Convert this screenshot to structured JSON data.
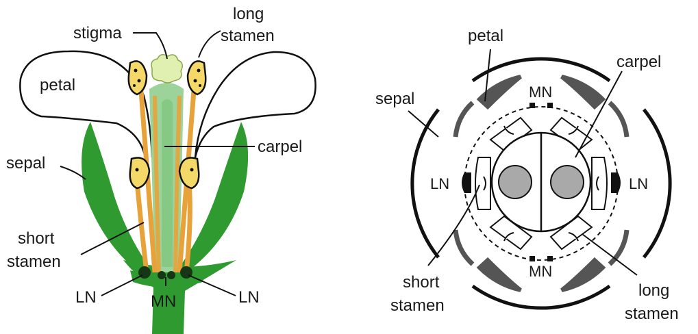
{
  "colors": {
    "stem_green": "#2f9a2f",
    "carpel_green": "#9cd39a",
    "stamen_orange": "#e8a23a",
    "anther_yellow": "#f4d868",
    "stigma_green": "#dff0b0",
    "nectary_dark": "#163716",
    "floral_gray": "#a9a9a9",
    "outline": "#111111"
  },
  "side_view": {
    "labels": {
      "stigma": "stigma",
      "long_stamen_1": "long",
      "long_stamen_2": "stamen",
      "petal": "petal",
      "carpel": "carpel",
      "sepal": "sepal",
      "short_stamen_1": "short",
      "short_stamen_2": "stamen",
      "ln_left": "LN",
      "mn": "MN",
      "ln_right": "LN"
    }
  },
  "floral_diagram": {
    "labels": {
      "petal": "petal",
      "carpel": "carpel",
      "sepal": "sepal",
      "mn_top": "MN",
      "ln_left": "LN",
      "ln_right": "LN",
      "mn_bottom": "MN",
      "short_stamen_1": "short",
      "short_stamen_2": "stamen",
      "long_stamen_1": "long",
      "long_stamen_2": "stamen"
    }
  }
}
